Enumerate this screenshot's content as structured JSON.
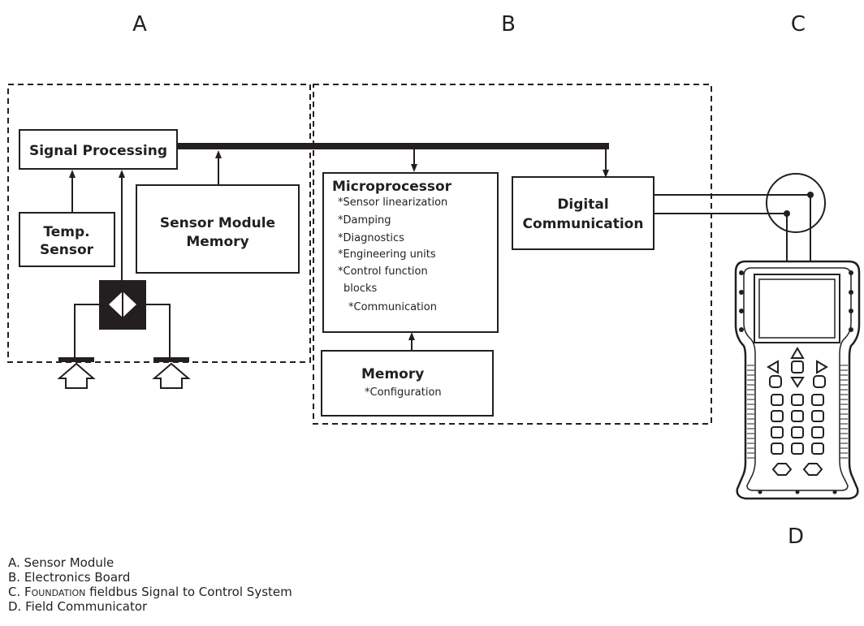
{
  "zone_letters": {
    "a": "A",
    "b": "B",
    "c": "C",
    "d": "D"
  },
  "boxes": {
    "signal_processing": "Signal Processing",
    "temp_sensor_l1": "Temp.",
    "temp_sensor_l2": "Sensor",
    "sensor_module_memory_l1": "Sensor Module",
    "sensor_module_memory_l2": "Memory",
    "microprocessor": "Microprocessor",
    "digital_comm_l1": "Digital",
    "digital_comm_l2": "Communication",
    "memory": "Memory"
  },
  "microprocessor_functions": [
    "*Sensor linearization",
    "*Damping",
    "*Diagnostics",
    "*Engineering units",
    "*Control function",
    "blocks",
    "*Communication"
  ],
  "memory_functions": [
    "*Configuration"
  ],
  "legend": {
    "a": "A. Sensor Module",
    "b": "B. Electronics Board",
    "c_prefix": "C. ",
    "c_brand": "Foundation",
    "c_rest": " fieldbus Signal to Control System",
    "d": "D. Field Communicator"
  }
}
